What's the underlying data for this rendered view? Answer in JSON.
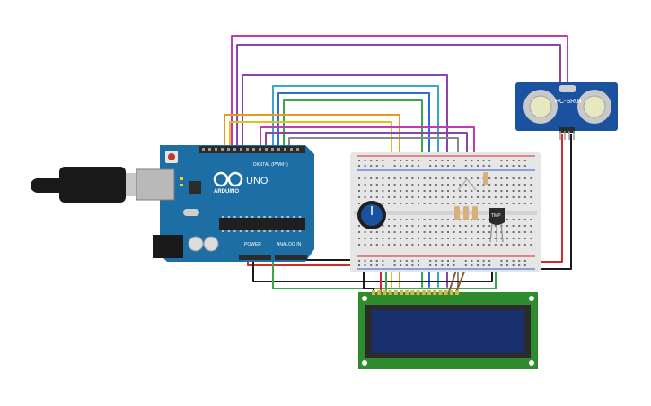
{
  "canvas": {
    "background": "#ffffff"
  },
  "arduino": {
    "brand_label": "ARDUINO",
    "model_label": "UNO",
    "digital_header_label": "DIGITAL (PWM~)",
    "power_label": "POWER",
    "analog_label": "ANALOG IN",
    "board_color": "#1c6ea4",
    "header_color": "#2b2b2b"
  },
  "usb_cable": {
    "plug_color": "#1a1a1a",
    "metal_color": "#c8c8c8"
  },
  "breadboard": {
    "body_color": "#e6e6e6",
    "rail_red": "#d12b2b",
    "rail_blue": "#2b5bd1"
  },
  "ultrasonic_sensor": {
    "model_label": "HC-SR04",
    "board_color": "#1a52a0",
    "transducer_color": "#c9c9c9"
  },
  "temperature_sensor": {
    "label": "TMP",
    "body_color": "#2b2b2b"
  },
  "potentiometer": {
    "knob_color": "#1a52a0"
  },
  "lcd": {
    "board_color": "#2e8b2e",
    "screen_color": "#1a2f6e",
    "frame_color": "#2b2b2b",
    "pin_count": 16
  },
  "wire_colors": {
    "magenta": "#c23ab5",
    "purple": "#8e44ad",
    "orange": "#e89a1c",
    "yellow": "#e0c21a",
    "cyan": "#3aa8c9",
    "blue": "#2b6fd1",
    "green": "#3aa84a",
    "gray": "#8a8a8a",
    "red": "#d12b2b",
    "black": "#1a1a1a",
    "brown": "#8b5a2b"
  }
}
